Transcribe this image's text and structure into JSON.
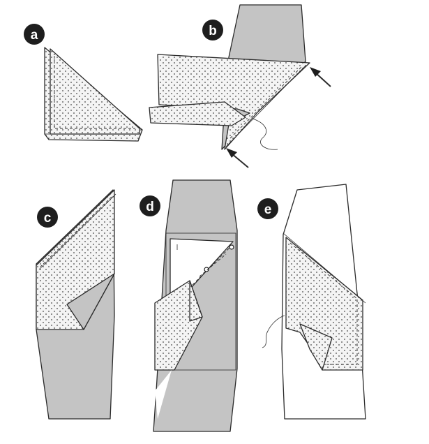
{
  "steps": [
    {
      "label": "a"
    },
    {
      "label": "b"
    },
    {
      "label": "c"
    },
    {
      "label": "d"
    },
    {
      "label": "e"
    }
  ],
  "colors": {
    "fabric_gray": "#c4c4c4",
    "dotted_fabric": "#f4f4f4",
    "dot": "#3a3a3a",
    "badge": "#1e1e1e",
    "outline": "#2b2b2b",
    "background": "#ffffff"
  }
}
